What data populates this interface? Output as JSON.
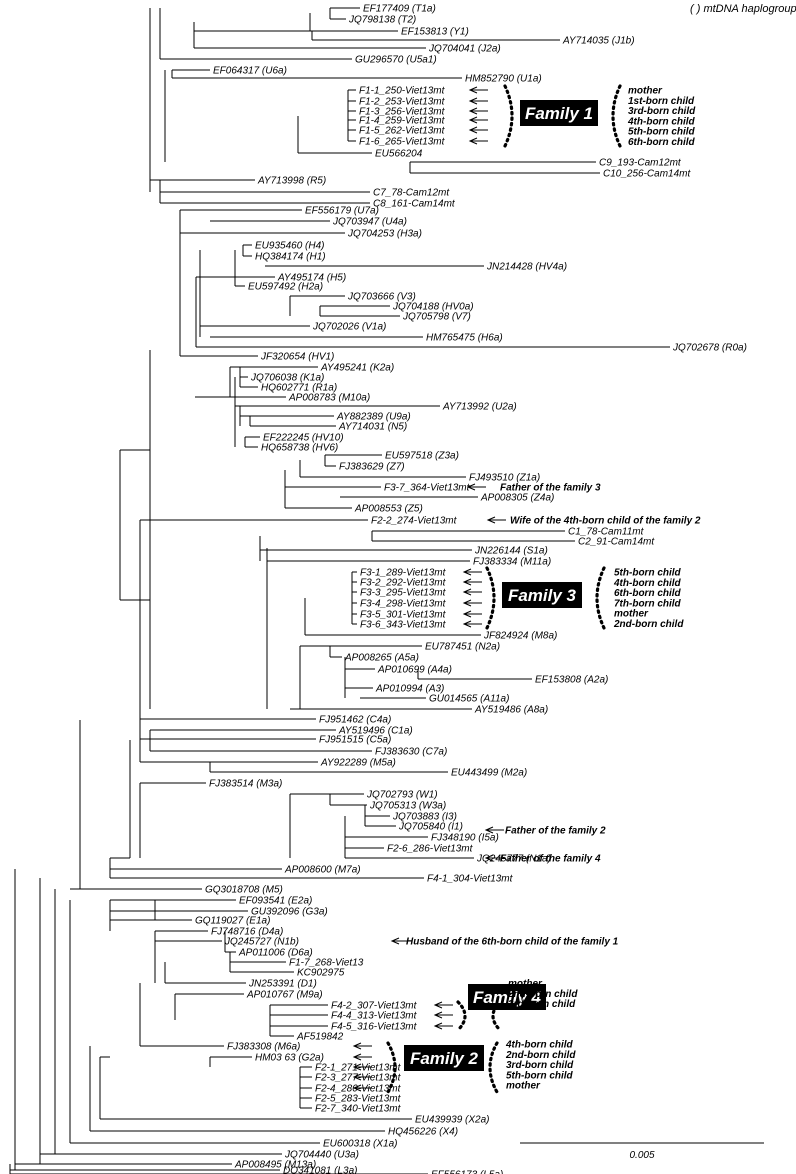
{
  "legend": "( ) mtDNA haplogroup",
  "scale_label": "0.005",
  "leaves": [
    {
      "id": "EF177409",
      "hap": "(T1a)"
    },
    {
      "id": "JQ798138",
      "hap": "(T2)"
    },
    {
      "id": "EF153813",
      "hap": "(Y1)"
    },
    {
      "id": "AY714035",
      "hap": "(J1b)"
    },
    {
      "id": "JQ704041",
      "hap": "(J2a)"
    },
    {
      "id": "GU296570",
      "hap": "(U5a1)"
    },
    {
      "id": "EF064317",
      "hap": "(U6a)"
    },
    {
      "id": "HM852790",
      "hap": "(U1a)"
    },
    {
      "id": "F1-1_250-Viet13mt"
    },
    {
      "id": "F1-2_253-Viet13mt"
    },
    {
      "id": "F1-3_256-Viet13mt"
    },
    {
      "id": "F1-4_259-Viet13mt"
    },
    {
      "id": "F1-5_262-Viet13mt"
    },
    {
      "id": "F1-6_265-Viet13mt"
    },
    {
      "id": "EU566204"
    },
    {
      "id": "C9_193-Cam12mt"
    },
    {
      "id": "C10_256-Cam14mt"
    },
    {
      "id": "AY713998",
      "hap": "(R5)"
    },
    {
      "id": "C7_78-Cam12mt"
    },
    {
      "id": "C8_161-Cam14mt"
    },
    {
      "id": "EF556179",
      "hap": "(U7a)"
    },
    {
      "id": "JQ703947",
      "hap": "(U4a)"
    },
    {
      "id": "JQ704253",
      "hap": "(H3a)"
    },
    {
      "id": "EU935460",
      "hap": "(H4)"
    },
    {
      "id": "HQ384174",
      "hap": "(H1)"
    },
    {
      "id": "JN214428",
      "hap": "(HV4a)"
    },
    {
      "id": "AY495174",
      "hap": "(H5)"
    },
    {
      "id": "EU597492",
      "hap": "(H2a)"
    },
    {
      "id": "JQ703666",
      "hap": "(V3)"
    },
    {
      "id": "JQ704188",
      "hap": "(HV0a)"
    },
    {
      "id": "JQ705798",
      "hap": "(V7)"
    },
    {
      "id": "JQ702026",
      "hap": "(V1a)"
    },
    {
      "id": "HM765475",
      "hap": "(H6a)"
    },
    {
      "id": "JQ702678",
      "hap": "(R0a)"
    },
    {
      "id": "JF320654",
      "hap": "(HV1)"
    },
    {
      "id": "AY495241",
      "hap": "(K2a)"
    },
    {
      "id": "JQ706038",
      "hap": "(K1a)"
    },
    {
      "id": "HQ602771",
      "hap": "(R1a)"
    },
    {
      "id": "AP008783",
      "hap": "(M10a)"
    },
    {
      "id": "AY713992",
      "hap": "(U2a)"
    },
    {
      "id": "AY882389",
      "hap": "(U9a)"
    },
    {
      "id": "AY714031",
      "hap": "(N5)"
    },
    {
      "id": "EF222245",
      "hap": "(HV10)"
    },
    {
      "id": "HQ658738",
      "hap": "(HV6)"
    },
    {
      "id": "EU597518",
      "hap": "(Z3a)"
    },
    {
      "id": "FJ383629",
      "hap": "(Z7)"
    },
    {
      "id": "FJ493510",
      "hap": "(Z1a)"
    },
    {
      "id": "F3-7_364-Viet13mt"
    },
    {
      "id": "AP008305",
      "hap": "(Z4a)"
    },
    {
      "id": "AP008553",
      "hap": "(Z5)"
    },
    {
      "id": "F2-2_274-Viet13mt"
    },
    {
      "id": "C1_78-Cam11mt"
    },
    {
      "id": "C2_91-Cam14mt"
    },
    {
      "id": "JN226144",
      "hap": "(S1a)"
    },
    {
      "id": "FJ383334",
      "hap": "(M11a)"
    },
    {
      "id": "F3-1_289-Viet13mt"
    },
    {
      "id": "F3-2_292-Viet13mt"
    },
    {
      "id": "F3-3_295-Viet13mt"
    },
    {
      "id": "F3-4_298-Viet13mt"
    },
    {
      "id": "F3-5_301-Viet13mt"
    },
    {
      "id": "F3-6_343-Viet13mt"
    },
    {
      "id": "JF824924",
      "hap": "(M8a)"
    },
    {
      "id": "EU787451",
      "hap": "(N2a)"
    },
    {
      "id": "AP008265",
      "hap": "(A5a)"
    },
    {
      "id": "AP010699",
      "hap": "(A4a)"
    },
    {
      "id": "EF153808",
      "hap": "(A2a)"
    },
    {
      "id": "AP010994",
      "hap": "(A3)"
    },
    {
      "id": "GU014565",
      "hap": "(A11a)"
    },
    {
      "id": "AY519486",
      "hap": "(A8a)"
    },
    {
      "id": "FJ951462",
      "hap": "(C4a)"
    },
    {
      "id": "AY519496",
      "hap": "(C1a)"
    },
    {
      "id": "FJ951515",
      "hap": "(C5a)"
    },
    {
      "id": "FJ383630",
      "hap": "(C7a)"
    },
    {
      "id": "AY922289",
      "hap": "(M5a)"
    },
    {
      "id": "EU443499",
      "hap": "(M2a)"
    },
    {
      "id": "FJ383514",
      "hap": "(M3a)"
    },
    {
      "id": "JQ702793",
      "hap": "(W1)"
    },
    {
      "id": "JQ705313",
      "hap": "(W3a)"
    },
    {
      "id": "JQ703883",
      "hap": "(I3)"
    },
    {
      "id": "JQ705840",
      "hap": "(I1)"
    },
    {
      "id": "FJ348190",
      "hap": "(I5a)"
    },
    {
      "id": "F2-6_286-Viet13mt"
    },
    {
      "id": "JQ245777",
      "hap": "(N1a)"
    },
    {
      "id": "AP008600",
      "hap": "(M7a)"
    },
    {
      "id": "F4-1_304-Viet13mt"
    },
    {
      "id": "GQ3018708",
      "hap": "(M5)"
    },
    {
      "id": "EF093541",
      "hap": "(E2a)"
    },
    {
      "id": "GU392096",
      "hap": "(G3a)"
    },
    {
      "id": "GQ119027",
      "hap": "(E1a)"
    },
    {
      "id": "FJ748716",
      "hap": "(D4a)"
    },
    {
      "id": "JQ245727",
      "hap": "(N1b)"
    },
    {
      "id": "AP011006",
      "hap": "(D6a)"
    },
    {
      "id": "F1-7_268-Viet13"
    },
    {
      "id": "KC902975"
    },
    {
      "id": "JN253391",
      "hap": "(D1)"
    },
    {
      "id": "AP010767",
      "hap": "(M9a)"
    },
    {
      "id": "F4-2_307-Viet13mt"
    },
    {
      "id": "F4-4_313-Viet13mt"
    },
    {
      "id": "F4-5_316-Viet13mt"
    },
    {
      "id": "AF519842"
    },
    {
      "id": "FJ383308",
      "hap": "(M6a)"
    },
    {
      "id": "HM03   63",
      "hap": "(G2a)"
    },
    {
      "id": "F2-1_271-Viet13mt"
    },
    {
      "id": "F2-3_277-Viet13mt"
    },
    {
      "id": "F2-4_280-Viet13mt"
    },
    {
      "id": "F2-5_283-Viet13mt"
    },
    {
      "id": "F2-7_340-Viet13mt"
    },
    {
      "id": "EU439939",
      "hap": "(X2a)"
    },
    {
      "id": "HQ456226",
      "hap": "(X4)"
    },
    {
      "id": "EU600318",
      "hap": "(X1a)"
    },
    {
      "id": "JQ704440",
      "hap": "(U3a)"
    },
    {
      "id": "AP008495",
      "hap": "(M13a)"
    },
    {
      "id": "DQ341081",
      "hap": "(L3a)"
    },
    {
      "id": "EF556173",
      "hap": "(L5a)"
    }
  ],
  "families": [
    {
      "label": "Family 1",
      "roles": [
        "mother",
        "1st-born child",
        "3rd-born child",
        "4th-born child",
        "5th-born child",
        "6th-born child"
      ]
    },
    {
      "label": "Family 3",
      "roles": [
        "5th-born child",
        "4th-born child",
        "6th-born child",
        "7th-born child",
        "mother",
        "2nd-born child"
      ]
    },
    {
      "label": "Family 4",
      "roles": [
        "mother",
        "2nd-born child",
        "3rd-born child"
      ]
    },
    {
      "label": "Family 2",
      "roles": [
        "4th-born child",
        "2nd-born child",
        "3rd-born child",
        "5th-born child",
        "mother"
      ]
    }
  ],
  "annotations": [
    "Father of the family 3",
    "Wife of the 4th-born child of the family 2",
    "Father of the family 2",
    "Father of the family 4",
    "Husband of the 6th-born child of the family 1"
  ]
}
